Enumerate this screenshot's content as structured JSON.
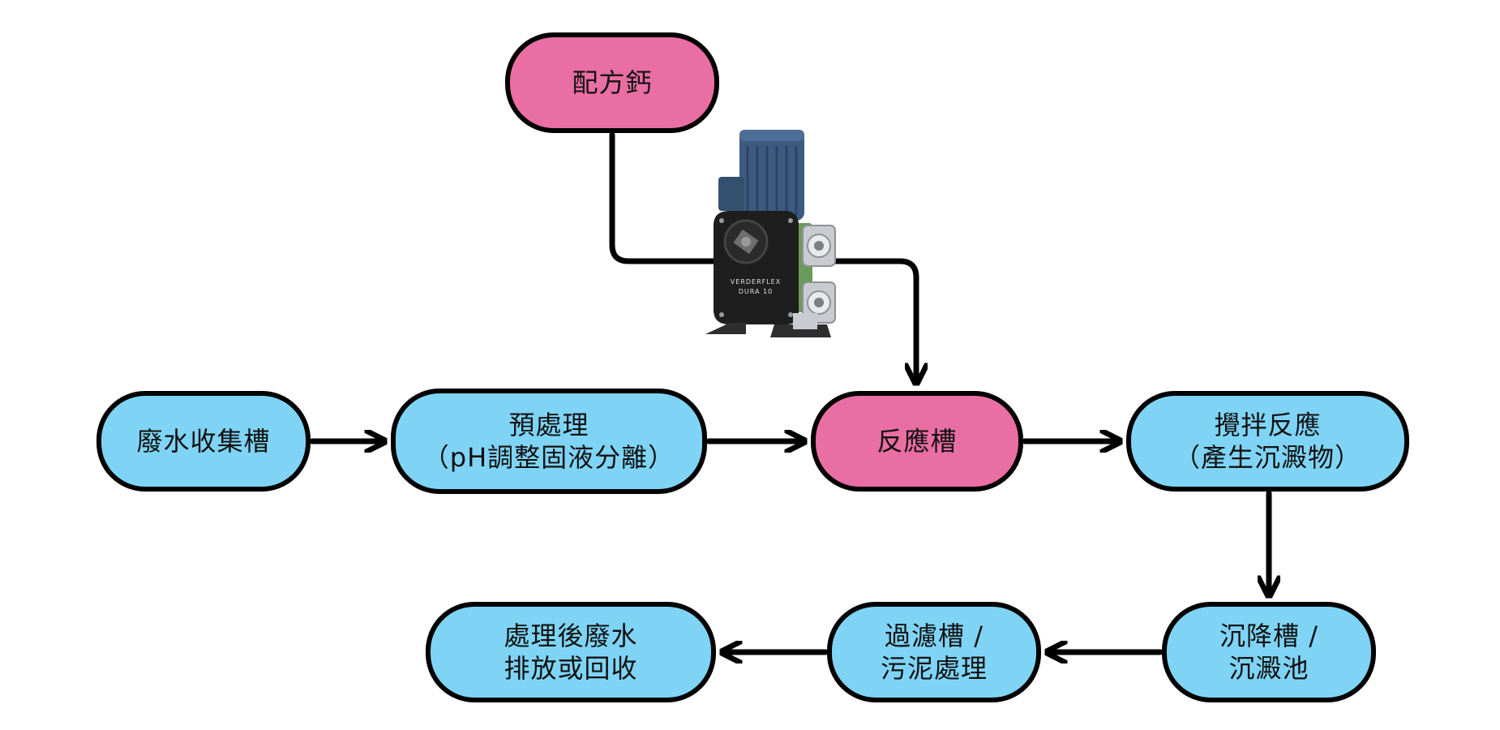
{
  "nodes": {
    "calcium": {
      "lines": [
        "配方鈣"
      ],
      "color": "#e96ea3"
    },
    "collect": {
      "lines": [
        "廢水收集槽"
      ],
      "color": "#7fd4f5"
    },
    "pretreat": {
      "lines": [
        "預處理",
        "（pH調整固液分離）"
      ],
      "color": "#7fd4f5"
    },
    "reactor": {
      "lines": [
        "反應槽"
      ],
      "color": "#e96ea3"
    },
    "stir": {
      "lines": [
        "攪拌反應",
        "（產生沉澱物）"
      ],
      "color": "#7fd4f5"
    },
    "settle": {
      "lines": [
        "沉降槽 /",
        "沉澱池"
      ],
      "color": "#7fd4f5"
    },
    "filter": {
      "lines": [
        "過濾槽 /",
        "污泥處理"
      ],
      "color": "#7fd4f5"
    },
    "discharge": {
      "lines": [
        "處理後廢水",
        "排放或回收"
      ],
      "color": "#7fd4f5"
    }
  },
  "edges": [
    {
      "from": "calcium",
      "to": "reactor"
    },
    {
      "from": "collect",
      "to": "pretreat"
    },
    {
      "from": "pretreat",
      "to": "reactor"
    },
    {
      "from": "reactor",
      "to": "stir"
    },
    {
      "from": "stir",
      "to": "settle"
    },
    {
      "from": "settle",
      "to": "filter"
    },
    {
      "from": "filter",
      "to": "discharge"
    }
  ],
  "pump": {
    "icon": "peristaltic-pump-icon",
    "label_brand": "VERDERFLEX",
    "label_model": "DURA 10",
    "colors": {
      "motor": "#3d5a80",
      "body": "#1e1e1e",
      "flange": "#c8ccd0",
      "bracket": "#6b9a5a"
    }
  },
  "colors": {
    "blue": "#7fd4f5",
    "pink": "#e96ea3",
    "line": "#000000"
  }
}
